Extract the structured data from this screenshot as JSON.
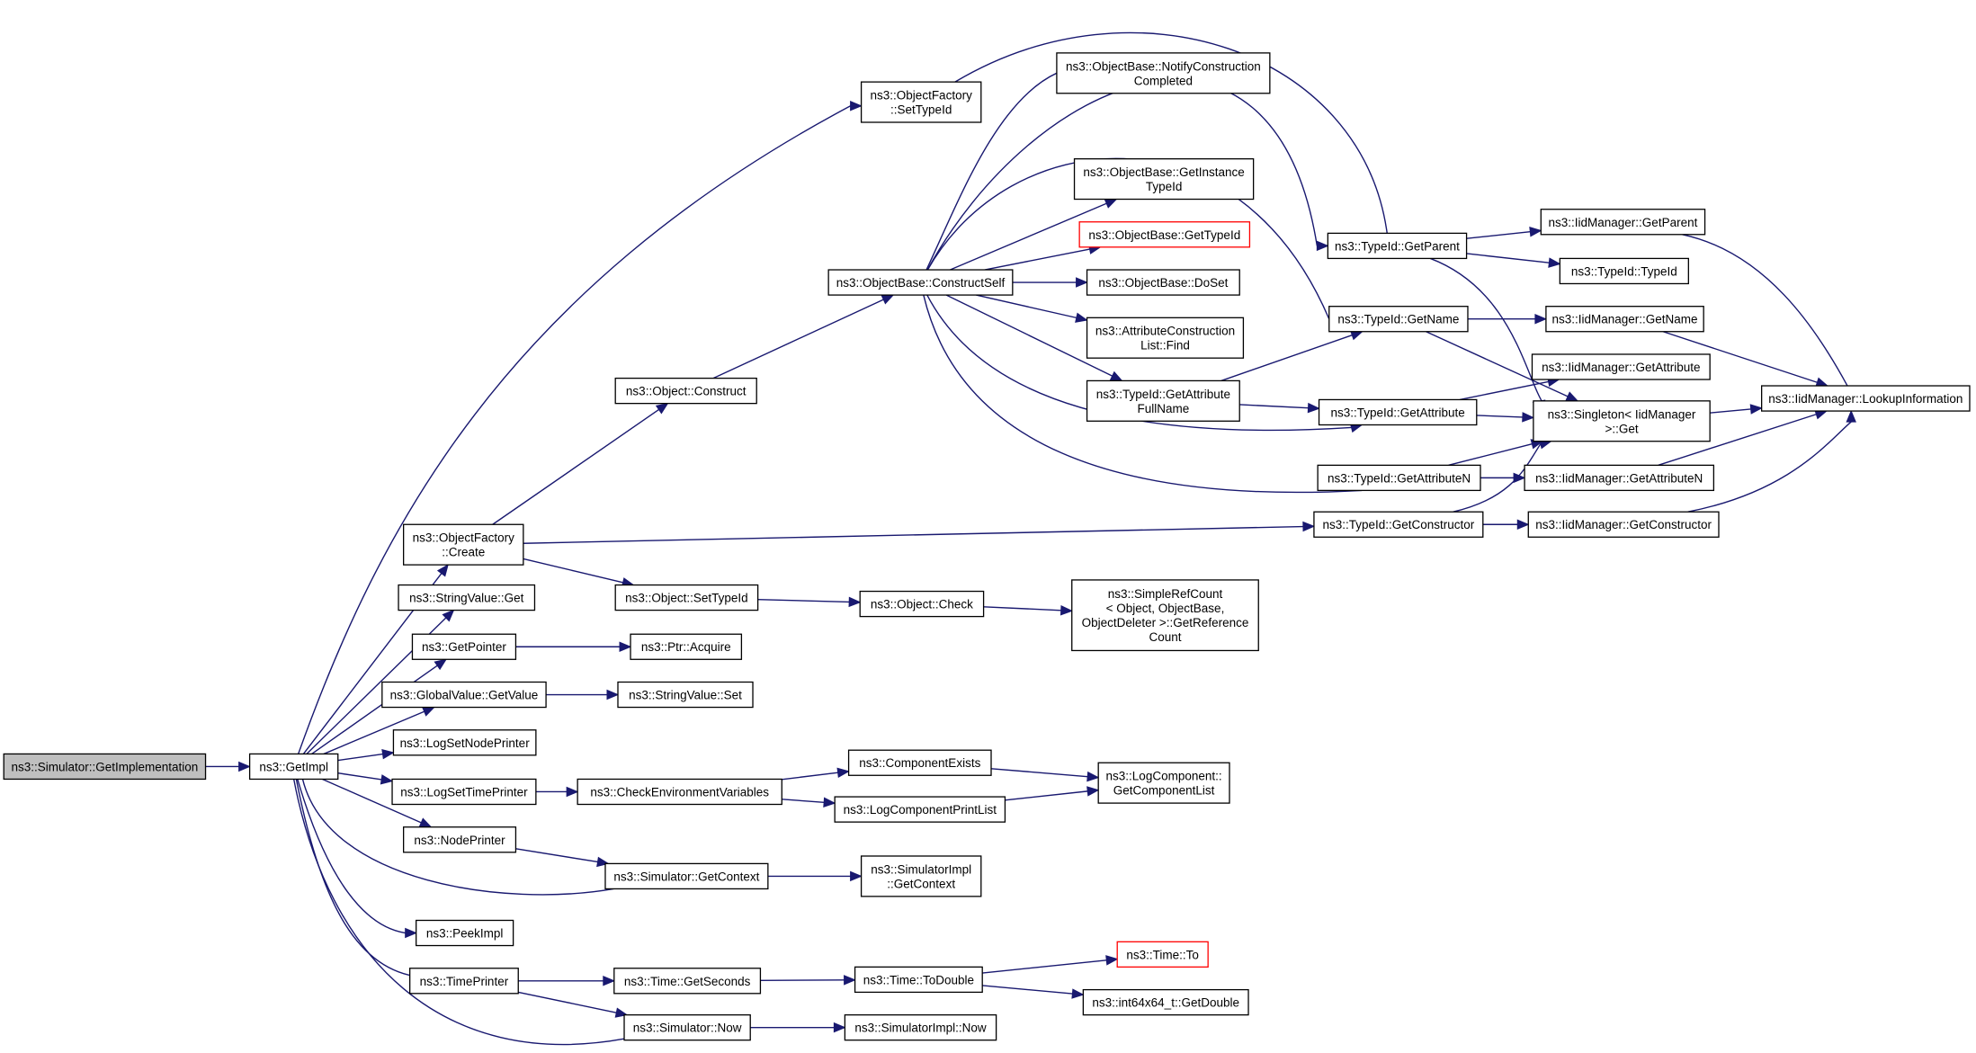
{
  "graph": {
    "nodes": {
      "sim_getimpl": {
        "label": [
          "ns3::Simulator::GetImplementation"
        ],
        "root": true
      },
      "getimpl": {
        "label": [
          "ns3::GetImpl"
        ]
      },
      "of_settypeid": {
        "label": [
          "ns3::ObjectFactory",
          "::SetTypeId"
        ]
      },
      "of_create": {
        "label": [
          "ns3::ObjectFactory",
          "::Create"
        ]
      },
      "strval_get": {
        "label": [
          "ns3::StringValue::Get"
        ]
      },
      "getpointer": {
        "label": [
          "ns3::GetPointer"
        ]
      },
      "gv_getvalue": {
        "label": [
          "ns3::GlobalValue::GetValue"
        ]
      },
      "lognode": {
        "label": [
          "ns3::LogSetNodePrinter"
        ]
      },
      "logtime": {
        "label": [
          "ns3::LogSetTimePrinter"
        ]
      },
      "nodeprinter": {
        "label": [
          "ns3::NodePrinter"
        ]
      },
      "peekimpl": {
        "label": [
          "ns3::PeekImpl"
        ]
      },
      "timeprinter": {
        "label": [
          "ns3::TimePrinter"
        ]
      },
      "obj_construct": {
        "label": [
          "ns3::Object::Construct"
        ]
      },
      "obj_settypeid": {
        "label": [
          "ns3::Object::SetTypeId"
        ]
      },
      "ptr_acquire": {
        "label": [
          "ns3::Ptr::Acquire"
        ]
      },
      "strval_set": {
        "label": [
          "ns3::StringValue::Set"
        ]
      },
      "checkenv": {
        "label": [
          "ns3::CheckEnvironmentVariables"
        ]
      },
      "sim_getctx": {
        "label": [
          "ns3::Simulator::GetContext"
        ]
      },
      "time_getsec": {
        "label": [
          "ns3::Time::GetSeconds"
        ]
      },
      "sim_now": {
        "label": [
          "ns3::Simulator::Now"
        ]
      },
      "ob_construct": {
        "label": [
          "ns3::ObjectBase::ConstructSelf"
        ]
      },
      "obj_check": {
        "label": [
          "ns3::Object::Check"
        ]
      },
      "comp_exists": {
        "label": [
          "ns3::ComponentExists"
        ]
      },
      "logcomp_print": {
        "label": [
          "ns3::LogComponentPrintList"
        ]
      },
      "simimpl_ctx": {
        "label": [
          "ns3::SimulatorImpl",
          "::GetContext"
        ]
      },
      "time_todouble": {
        "label": [
          "ns3::Time::ToDouble"
        ]
      },
      "simimpl_now": {
        "label": [
          "ns3::SimulatorImpl::Now"
        ]
      },
      "ob_notify": {
        "label": [
          "ns3::ObjectBase::NotifyConstruction",
          "Completed"
        ]
      },
      "ob_getinst": {
        "label": [
          "ns3::ObjectBase::GetInstance",
          "TypeId"
        ]
      },
      "ob_gettypeid": {
        "label": [
          "ns3::ObjectBase::GetTypeId"
        ],
        "red": true
      },
      "ob_doset": {
        "label": [
          "ns3::ObjectBase::DoSet"
        ]
      },
      "acl_find": {
        "label": [
          "ns3::AttributeConstruction",
          "List::Find"
        ]
      },
      "tid_getattrfull": {
        "label": [
          "ns3::TypeId::GetAttribute",
          "FullName"
        ]
      },
      "simplerefcount": {
        "label": [
          "ns3::SimpleRefCount",
          "< Object, ObjectBase,",
          "ObjectDeleter >::GetReference",
          "Count"
        ]
      },
      "logcomp_getlist": {
        "label": [
          "ns3::LogComponent::",
          "GetComponentList"
        ]
      },
      "time_to": {
        "label": [
          "ns3::Time::To"
        ],
        "red": true
      },
      "int64_getdouble": {
        "label": [
          "ns3::int64x64_t::GetDouble"
        ]
      },
      "tid_getparent": {
        "label": [
          "ns3::TypeId::GetParent"
        ]
      },
      "tid_getname": {
        "label": [
          "ns3::TypeId::GetName"
        ]
      },
      "tid_getattr": {
        "label": [
          "ns3::TypeId::GetAttribute"
        ]
      },
      "tid_getattrn": {
        "label": [
          "ns3::TypeId::GetAttributeN"
        ]
      },
      "tid_getctor": {
        "label": [
          "ns3::TypeId::GetConstructor"
        ]
      },
      "iid_getparent": {
        "label": [
          "ns3::IidManager::GetParent"
        ]
      },
      "tid_typeid": {
        "label": [
          "ns3::TypeId::TypeId"
        ]
      },
      "iid_getname": {
        "label": [
          "ns3::IidManager::GetName"
        ]
      },
      "iid_getattr": {
        "label": [
          "ns3::IidManager::GetAttribute"
        ]
      },
      "singleton_get": {
        "label": [
          "ns3::Singleton< IidManager",
          ">::Get"
        ]
      },
      "iid_getattrn": {
        "label": [
          "ns3::IidManager::GetAttributeN"
        ]
      },
      "iid_getctor": {
        "label": [
          "ns3::IidManager::GetConstructor"
        ]
      },
      "iid_lookup": {
        "label": [
          "ns3::IidManager::LookupInformation"
        ]
      }
    },
    "colors": {
      "edge": "#191970",
      "red_border": "#ff0000",
      "root_fill": "#bfbfbf"
    }
  }
}
